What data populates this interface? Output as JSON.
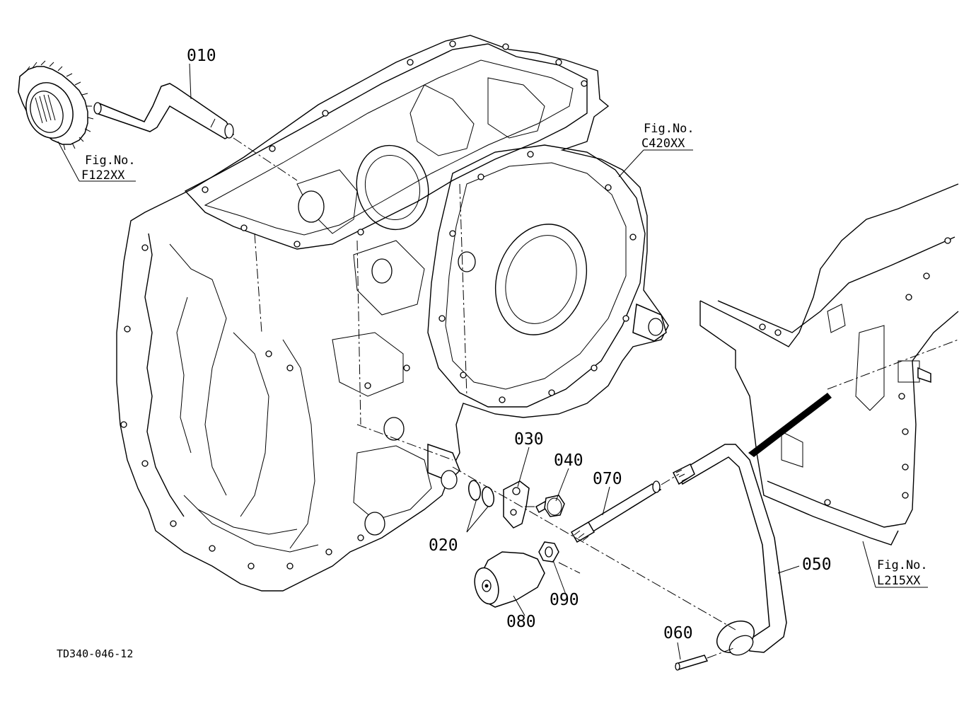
{
  "diagram": {
    "code": "TD340-046-12",
    "fig_prefix": "Fig.No.",
    "figure_refs": {
      "f122": "F122XX",
      "c420": "C420XX",
      "l215": "L215XX"
    },
    "parts": {
      "p010": "010",
      "p020": "020",
      "p030": "030",
      "p040": "040",
      "p050": "050",
      "p060": "060",
      "p070": "070",
      "p080": "080",
      "p090": "090"
    }
  }
}
